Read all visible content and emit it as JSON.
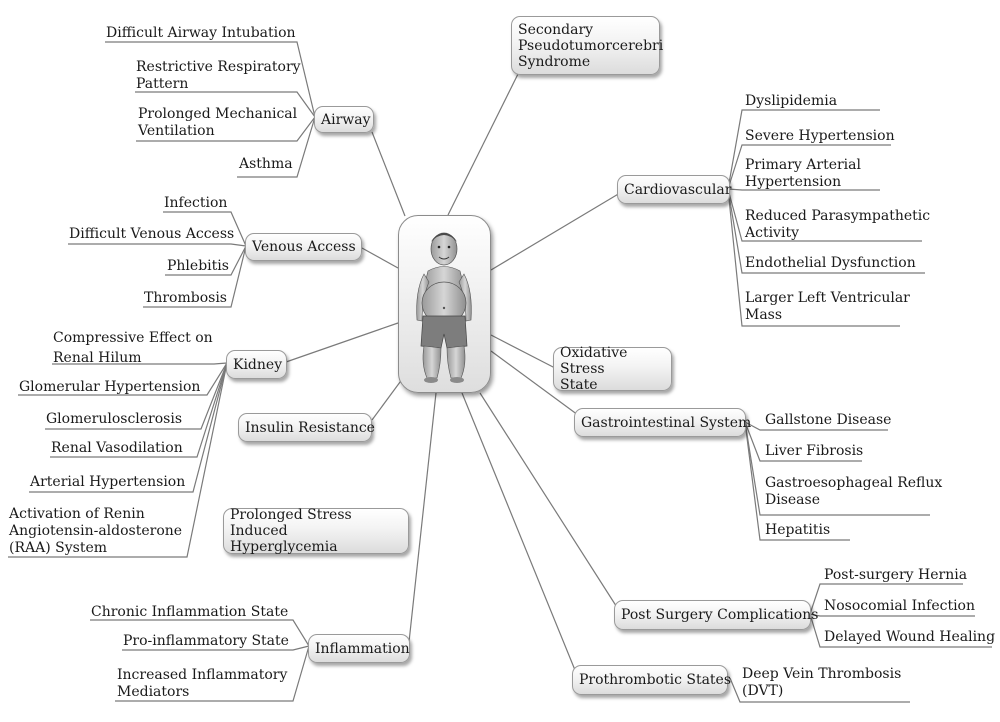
{
  "center": {
    "image": "obese-child-figure"
  },
  "categories": {
    "airway": "Airway",
    "venous": "Venous Access",
    "kidney": "Kidney",
    "insulin": "Insulin Resistance",
    "stress_hyperglycemia": "Prolonged Stress Induced\nHyperglycemia",
    "inflammation": "Inflammation",
    "pseudotumor": "Secondary\nPseudotumorcerebri\nSyndrome",
    "cardiovascular": "Cardiovascular",
    "oxidative": "Oxidative Stress\nState",
    "gastro": "Gastrointestinal System",
    "post_surgery": "Post Surgery Complications",
    "prothrombotic": "Prothrombotic States"
  },
  "airway_items": [
    "Difficult Airway Intubation",
    "Restrictive Respiratory\nPattern",
    "Prolonged Mechanical\nVentilation",
    "Asthma"
  ],
  "venous_items": [
    "Infection",
    "Difficult Venous Access",
    "Phlebitis",
    "Thrombosis"
  ],
  "kidney_items": [
    "Compressive Effect on\nRenal Hilum",
    "Glomerular Hypertension",
    "Glomerulosclerosis",
    "Renal Vasodilation",
    "Arterial Hypertension",
    "Activation of Renin\nAngiotensin-aldosterone\n(RAA) System"
  ],
  "inflammation_items": [
    "Chronic Inflammation State",
    "Pro-inflammatory State",
    "Increased Inflammatory\nMediators"
  ],
  "cardio_items": [
    "Dyslipidemia",
    "Severe Hypertension",
    "Primary Arterial\nHypertension",
    "Reduced Parasympathetic\nActivity",
    "Endothelial Dysfunction",
    "Larger Left Ventricular\nMass"
  ],
  "gastro_items": [
    "Gallstone Disease",
    "Liver Fibrosis",
    "Gastroesophageal Reflux\nDisease",
    "Hepatitis"
  ],
  "post_surgery_items": [
    "Post-surgery Hernia",
    "Nosocomial Infection",
    "Delayed Wound Healing"
  ],
  "prothrombotic_items": [
    "Deep Vein Thrombosis\n(DVT)"
  ]
}
